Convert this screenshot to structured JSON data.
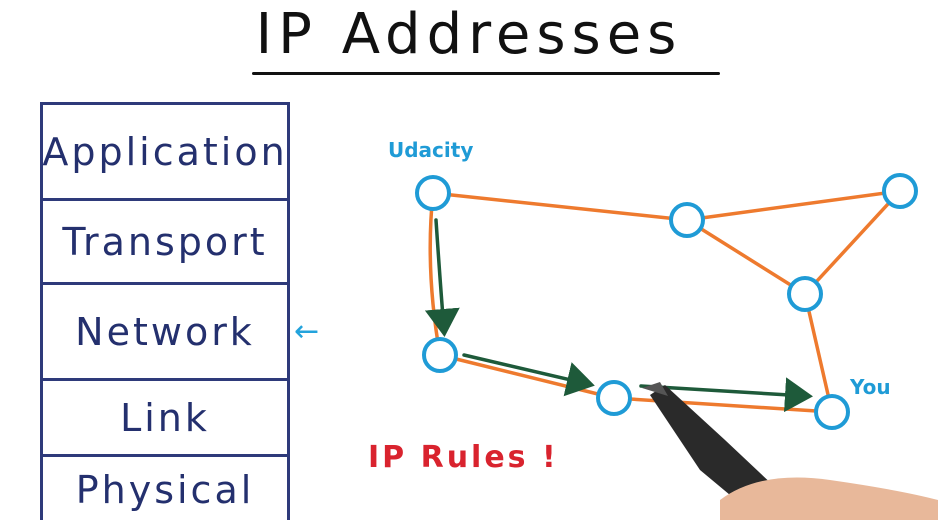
{
  "title": "IP Addresses",
  "layers": [
    {
      "label": "Application"
    },
    {
      "label": "Transport"
    },
    {
      "label": "Network"
    },
    {
      "label": "Link"
    },
    {
      "label": "Physical"
    }
  ],
  "indicator_symbol": "←",
  "nodes": {
    "source_label": "Udacity",
    "destination_label": "You"
  },
  "note": "IP Rules !",
  "colors": {
    "layer_ink": "#24306e",
    "node_outline": "#1f9bd6",
    "link": "#ee7a2e",
    "route_arrow": "#1e5a3a",
    "note": "#d9232e"
  }
}
